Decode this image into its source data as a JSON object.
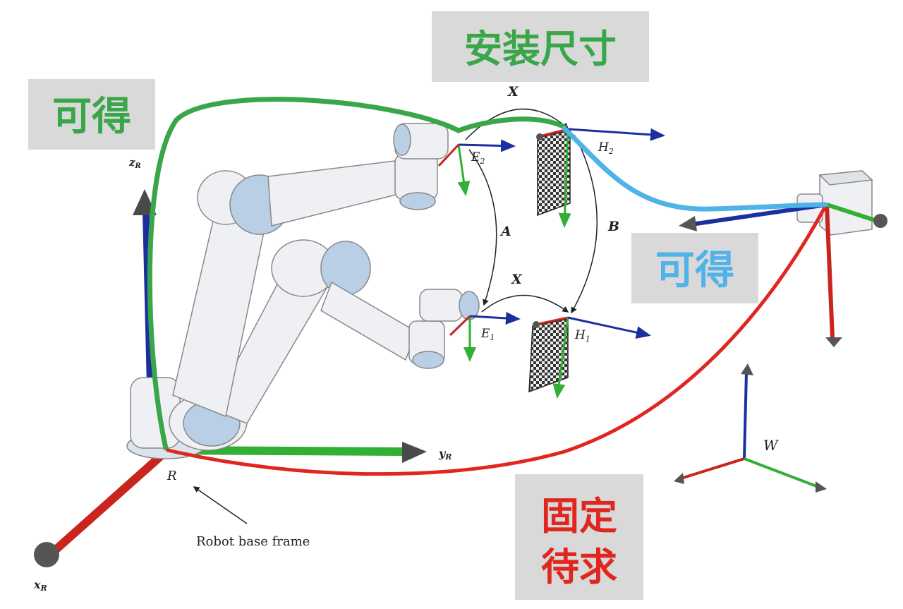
{
  "colors": {
    "green": "#3aa64a",
    "blue_curve": "#4fb3e8",
    "red": "#e0261f",
    "tag_bg": "#d9d9d9",
    "axis_red": "#c9241d",
    "axis_green": "#31b033",
    "axis_blue": "#1b2f9e",
    "robot_body": "#eef0f3",
    "robot_joint": "#b9cfe6"
  },
  "tags": {
    "install_dim": "安装尺寸",
    "obtainable_green": "可得",
    "obtainable_blue": "可得",
    "fixed_pending_line1": "固定",
    "fixed_pending_line2": "待求"
  },
  "labels": {
    "z_r": "z",
    "z_r_sub": "R",
    "y_r": "y",
    "y_r_sub": "R",
    "x_r": "x",
    "x_r_sub": "R",
    "r_frame": "R",
    "robot_base_frame": "Robot base frame",
    "e2": "E",
    "e2_sub": "2",
    "e1": "E",
    "e1_sub": "1",
    "h2": "H",
    "h2_sub": "2",
    "h1": "H",
    "h1_sub": "1",
    "x_top": "X",
    "x_bottom": "X",
    "a": "A",
    "b": "B",
    "w": "W"
  }
}
